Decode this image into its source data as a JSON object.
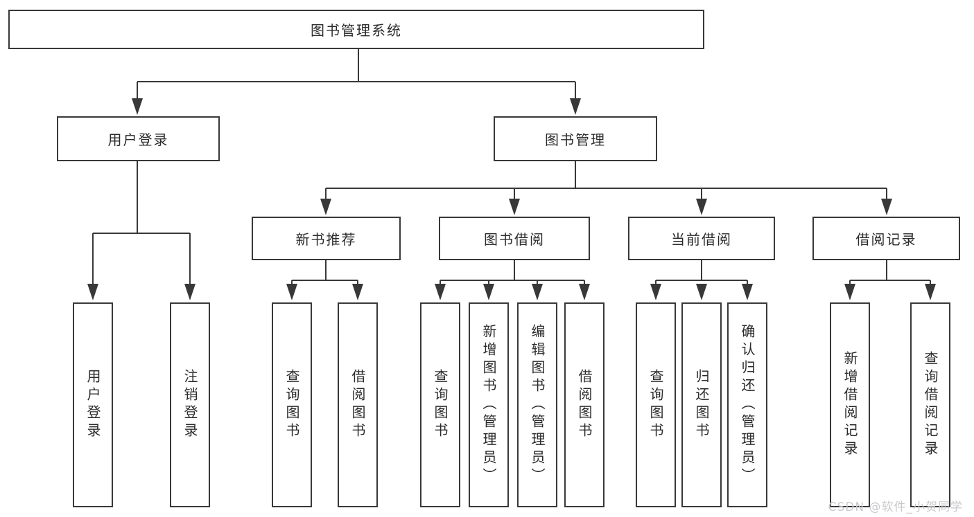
{
  "diagram": {
    "root": {
      "label": "图书管理系统"
    },
    "level2": {
      "user_login": {
        "label": "用户登录"
      },
      "book_mgmt": {
        "label": "图书管理"
      }
    },
    "level3": {
      "new_books": {
        "label": "新书推荐"
      },
      "book_borrow": {
        "label": "图书借阅"
      },
      "current_borrow": {
        "label": "当前借阅"
      },
      "borrow_records": {
        "label": "借阅记录"
      }
    },
    "leaves": {
      "user": [
        "用户登录",
        "注销登录"
      ],
      "new_books": [
        "查询图书",
        "借阅图书"
      ],
      "book_borrow": [
        "查询图书",
        "新增图书（管理员）",
        "编辑图书（管理员）",
        "借阅图书"
      ],
      "current_borrow": [
        "查询图书",
        "归还图书",
        "确认归还（管理员）"
      ],
      "borrow_records": [
        "新增借阅记录",
        "查询借阅记录"
      ]
    }
  },
  "watermark": "CSDN @软件_小贺同学",
  "colors": {
    "line": "#383838",
    "box_background": "#ffffff",
    "text": "#2b2b2b",
    "watermark": "#c9c9cd"
  }
}
